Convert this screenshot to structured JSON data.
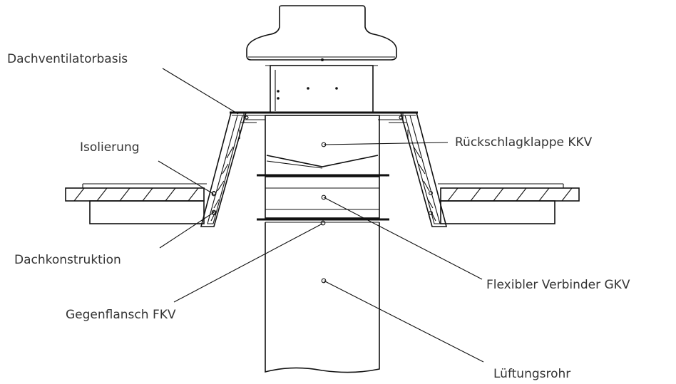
{
  "labels": {
    "dachventilatorbasis": "Dachventilatorbasis",
    "isolierung": "Isolierung",
    "dachkonstruktion": "Dachkonstruktion",
    "gegenflansch": "Gegenflansch FKV",
    "rueckschlagklappe": "Rückschlagklappe KKV",
    "flexibler_verbinder": "Flexibler Verbinder GKV",
    "lueftungsrohr": "Lüftungsrohr"
  }
}
